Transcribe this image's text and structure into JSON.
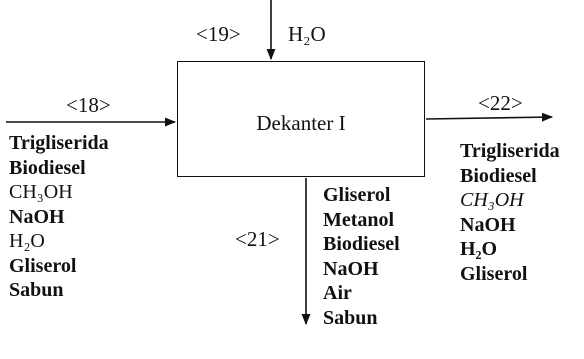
{
  "unit": {
    "name": "Dekanter I"
  },
  "streams": {
    "s19": {
      "id": "<19>",
      "label": "H₂O"
    },
    "s18": {
      "id": "<18>",
      "components": [
        "Trigliserida",
        "Biodiesel",
        "CH₃OH",
        "NaOH",
        "H₂O",
        "Gliserol",
        "Sabun"
      ]
    },
    "s22": {
      "id": "<22>",
      "components": [
        "Trigliserida",
        "Biodiesel",
        "CH₃OH",
        "NaOH",
        "H₂O",
        "Gliserol"
      ]
    },
    "s21": {
      "id": "<21>",
      "components": [
        "Gliserol",
        "Metanol",
        "Biodiesel",
        "NaOH",
        "Air",
        "Sabun"
      ]
    }
  }
}
